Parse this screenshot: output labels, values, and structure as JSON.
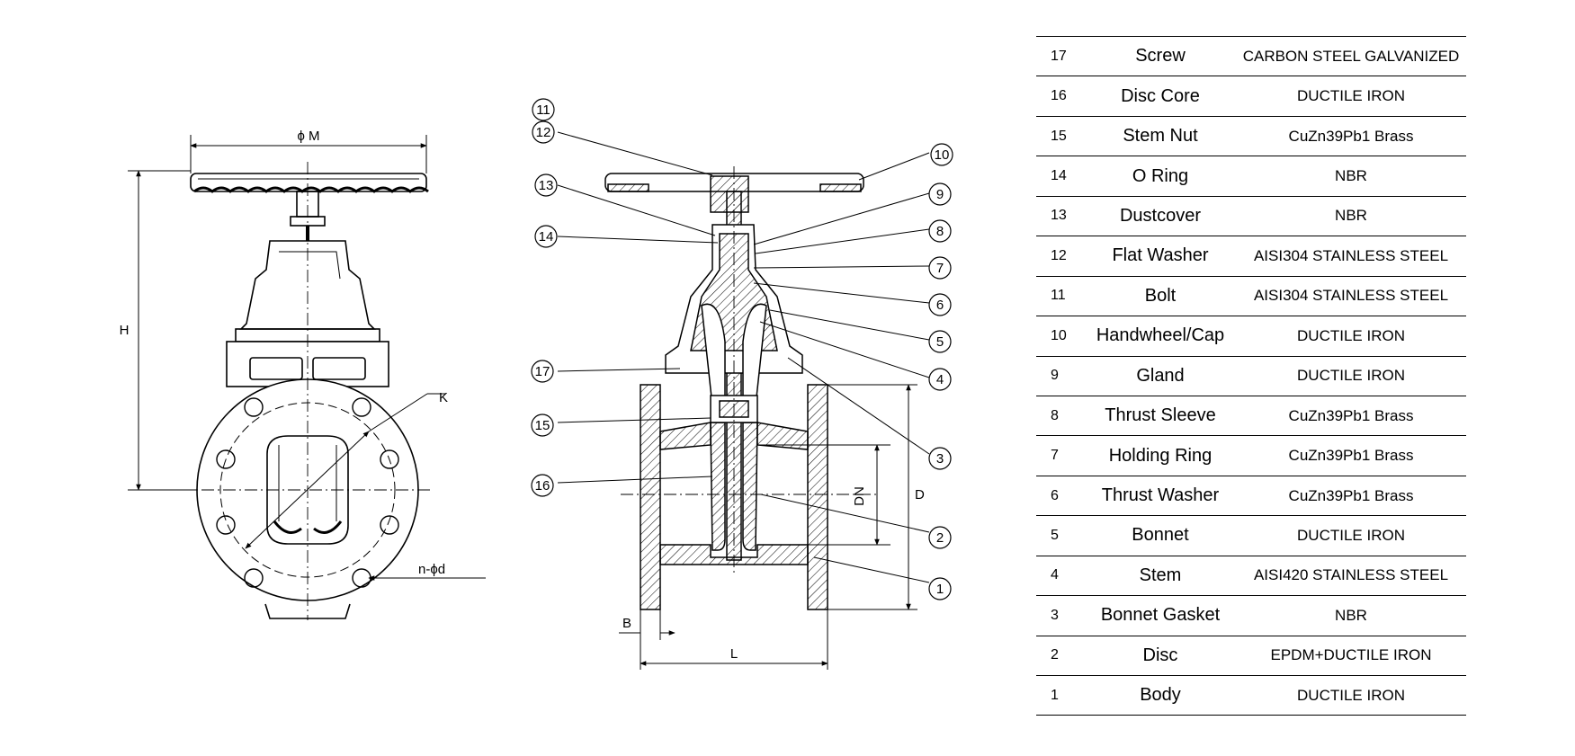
{
  "front_view": {
    "dims": {
      "handwheel_dia": "ϕ M",
      "height": "H",
      "pcd": "K",
      "holes": "n-ϕd"
    }
  },
  "section_view": {
    "dims": {
      "length": "L",
      "flange_dia": "D",
      "nominal": "DN",
      "flange_thk": "B"
    },
    "callouts": [
      "1",
      "2",
      "3",
      "4",
      "5",
      "6",
      "7",
      "8",
      "9",
      "10",
      "11",
      "12",
      "13",
      "14",
      "15",
      "16",
      "17"
    ]
  },
  "parts": [
    {
      "no": "17",
      "name": "Screw",
      "material": "CARBON STEEL GALVANIZED"
    },
    {
      "no": "16",
      "name": "Disc Core",
      "material": "DUCTILE IRON"
    },
    {
      "no": "15",
      "name": "Stem Nut",
      "material": "CuZn39Pb1 Brass"
    },
    {
      "no": "14",
      "name": "O Ring",
      "material": "NBR"
    },
    {
      "no": "13",
      "name": "Dustcover",
      "material": "NBR"
    },
    {
      "no": "12",
      "name": "Flat Washer",
      "material": "AISI304 STAINLESS STEEL"
    },
    {
      "no": "11",
      "name": "Bolt",
      "material": "AISI304 STAINLESS STEEL"
    },
    {
      "no": "10",
      "name": "Handwheel/Cap",
      "material": "DUCTILE IRON"
    },
    {
      "no": "9",
      "name": "Gland",
      "material": "DUCTILE IRON"
    },
    {
      "no": "8",
      "name": "Thrust Sleeve",
      "material": "CuZn39Pb1 Brass"
    },
    {
      "no": "7",
      "name": "Holding Ring",
      "material": "CuZn39Pb1 Brass"
    },
    {
      "no": "6",
      "name": "Thrust Washer",
      "material": "CuZn39Pb1 Brass"
    },
    {
      "no": "5",
      "name": "Bonnet",
      "material": "DUCTILE IRON"
    },
    {
      "no": "4",
      "name": "Stem",
      "material": "AISI420 STAINLESS STEEL"
    },
    {
      "no": "3",
      "name": "Bonnet Gasket",
      "material": "NBR"
    },
    {
      "no": "2",
      "name": "Disc",
      "material": "EPDM+DUCTILE IRON"
    },
    {
      "no": "1",
      "name": "Body",
      "material": "DUCTILE IRON"
    }
  ]
}
